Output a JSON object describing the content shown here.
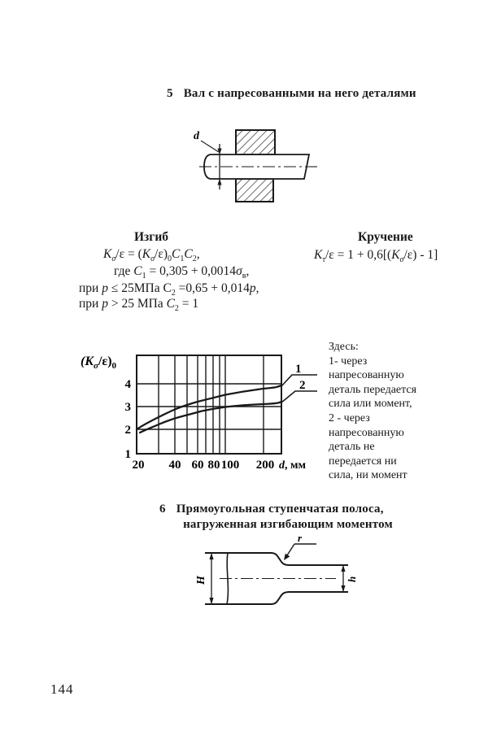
{
  "page": {
    "number": "144",
    "ink_color": "#191919",
    "paper_color": "#ffffff"
  },
  "section5": {
    "number": "5",
    "title": "Вал с напресованными на него деталями",
    "figure": {
      "diameter_label": "d"
    }
  },
  "bending": {
    "title": "Изгиб",
    "formula_runs": [
      [
        "i",
        "K"
      ],
      [
        "isub",
        "σ"
      ],
      [
        "n",
        "/ε = ("
      ],
      [
        "i",
        "K"
      ],
      [
        "isub",
        "σ"
      ],
      [
        "n",
        "/ε)"
      ],
      [
        "sub",
        "0"
      ],
      [
        "i",
        "C"
      ],
      [
        "sub",
        "1"
      ],
      [
        "i",
        "C"
      ],
      [
        "sub",
        "2"
      ],
      [
        "n",
        ","
      ]
    ],
    "where_runs": [
      [
        "n",
        "где "
      ],
      [
        "i",
        "C"
      ],
      [
        "sub",
        "1"
      ],
      [
        "n",
        " = 0,305 + 0,0014"
      ],
      [
        "i",
        "σ"
      ],
      [
        "sub",
        "в"
      ],
      [
        "n",
        ","
      ]
    ],
    "cond1_runs": [
      [
        "n",
        "при "
      ],
      [
        "i",
        "p"
      ],
      [
        "n",
        " ≤ 25МПа  C"
      ],
      [
        "sub",
        "2"
      ],
      [
        "n",
        " =0,65 + 0,014"
      ],
      [
        "i",
        "p"
      ],
      [
        "n",
        ","
      ]
    ],
    "cond2_runs": [
      [
        "n",
        "при "
      ],
      [
        "i",
        "p"
      ],
      [
        "n",
        " > 25 МПа  "
      ],
      [
        "i",
        "C"
      ],
      [
        "sub",
        "2"
      ],
      [
        "n",
        " = 1"
      ]
    ]
  },
  "torsion": {
    "title": "Кручение",
    "formula_runs": [
      [
        "i",
        "K"
      ],
      [
        "isub",
        "τ"
      ],
      [
        "n",
        "/ε = 1 + 0,6[("
      ],
      [
        "i",
        "K"
      ],
      [
        "isub",
        "σ"
      ],
      [
        "n",
        "/ε) - 1]"
      ]
    ]
  },
  "chart_data": {
    "type": "line",
    "x_scale": "log",
    "xlabel": "d, мм",
    "ylabel": "(Kσ/ε)0",
    "xlim": [
      20,
      260
    ],
    "ylim": [
      1,
      5.3
    ],
    "grid": true,
    "xticks": [
      20,
      30,
      40,
      50,
      60,
      70,
      80,
      90,
      100,
      200
    ],
    "yticks": [
      1,
      2,
      3,
      4
    ],
    "series": [
      {
        "name": "1",
        "x": [
          20,
          30,
          40,
          50,
          60,
          80,
          100,
          150,
          200,
          240,
          260
        ],
        "y": [
          2.0,
          2.5,
          2.9,
          3.05,
          3.2,
          3.35,
          3.5,
          3.6,
          3.7,
          3.75,
          3.85
        ]
      },
      {
        "name": "2",
        "x": [
          23,
          30,
          40,
          50,
          60,
          80,
          100,
          150,
          200,
          240,
          260
        ],
        "y": [
          2.0,
          2.2,
          2.5,
          2.6,
          2.7,
          2.85,
          2.9,
          3.0,
          3.02,
          3.05,
          3.2
        ]
      }
    ],
    "xtick_labels": [
      "20",
      "40",
      "60",
      "80",
      "100",
      "200"
    ],
    "ytick_labels": [
      "4",
      "3",
      "2",
      "1"
    ],
    "curve_labels": [
      "1",
      "2"
    ],
    "ylabel_parts": {
      "p1": "(K",
      "p2": "σ",
      "p3": "/ε)",
      "p4": "0"
    },
    "xlabel_parts": {
      "var": "d",
      "unit": ", мм"
    }
  },
  "legend": {
    "lines": [
      "Здесь:",
      "1- через",
      "напресованную",
      "деталь передается",
      "сила или момент,",
      " 2 - через",
      "напресованную",
      "деталь не",
      "передается ни",
      "сила, ни момент"
    ]
  },
  "section6": {
    "number": "6",
    "title_line1": "Прямоугольная ступенчатая полоса,",
    "title_line2": "нагруженная изгибающим моментом",
    "figure": {
      "height_label": "H",
      "small_height_label": "h",
      "radius_label": "r"
    }
  }
}
